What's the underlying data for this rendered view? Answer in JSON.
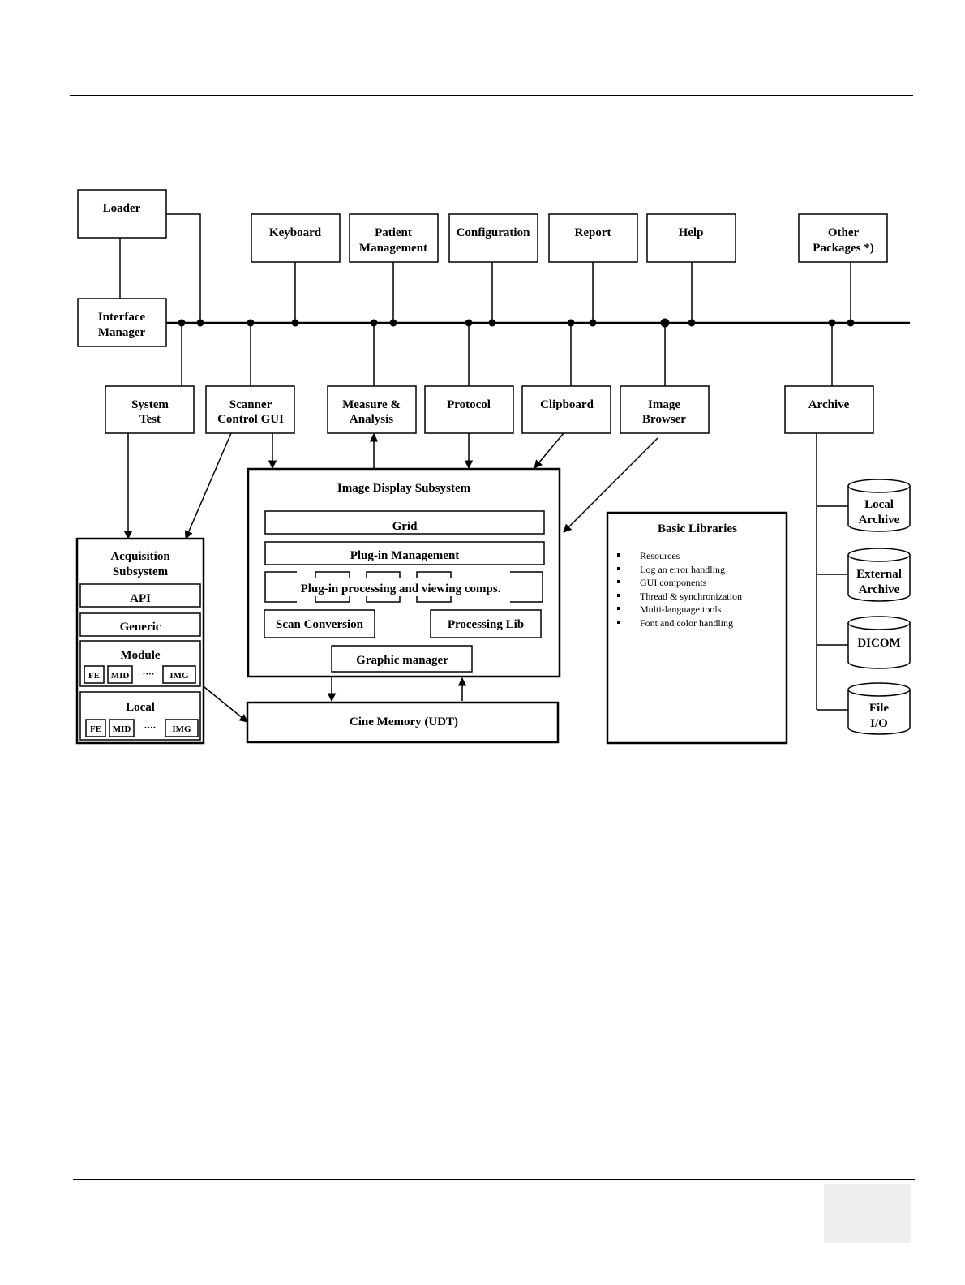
{
  "top_modules": {
    "loader": "Loader",
    "interface_manager": [
      "Interface",
      "Manager"
    ],
    "keyboard": "Keyboard",
    "patient_management": [
      "Patient",
      "Management"
    ],
    "configuration": "Configuration",
    "report": "Report",
    "help": "Help",
    "other_packages": [
      "Other",
      "Packages *)"
    ]
  },
  "bottom_modules": {
    "system_test": [
      "System",
      "Test"
    ],
    "scanner_control_gui": [
      "Scanner",
      "Control GUI"
    ],
    "measure_analysis": [
      "Measure &",
      "Analysis"
    ],
    "protocol": "Protocol",
    "clipboard": "Clipboard",
    "image_browser": [
      "Image",
      "Browser"
    ],
    "archive": "Archive"
  },
  "acquisition": {
    "title": [
      "Acquisition",
      "Subsystem"
    ],
    "api": "API",
    "generic": "Generic",
    "module": "Module",
    "local": "Local",
    "fe": "FE",
    "mid": "MID",
    "dots": "····",
    "img": "IMG"
  },
  "image_display": {
    "title": "Image Display Subsystem",
    "grid": "Grid",
    "plugin_management": "Plug-in Management",
    "plugin_processing": "Plug-in processing and viewing comps.",
    "scan_conversion": "Scan Conversion",
    "processing_lib": "Processing Lib",
    "graphic_manager": "Graphic manager"
  },
  "cine_memory": "Cine Memory (UDT)",
  "basic_libraries": {
    "title": "Basic Libraries",
    "items": [
      "Resources",
      "Log an error handling",
      "GUI components",
      "Thread & synchronization",
      "Multi-language tools",
      "Font and color handling"
    ]
  },
  "storage": {
    "local_archive": [
      "Local",
      "Archive"
    ],
    "external_archive": [
      "External",
      "Archive"
    ],
    "dicom": "DICOM",
    "file_io": [
      "File",
      "I/O"
    ]
  }
}
